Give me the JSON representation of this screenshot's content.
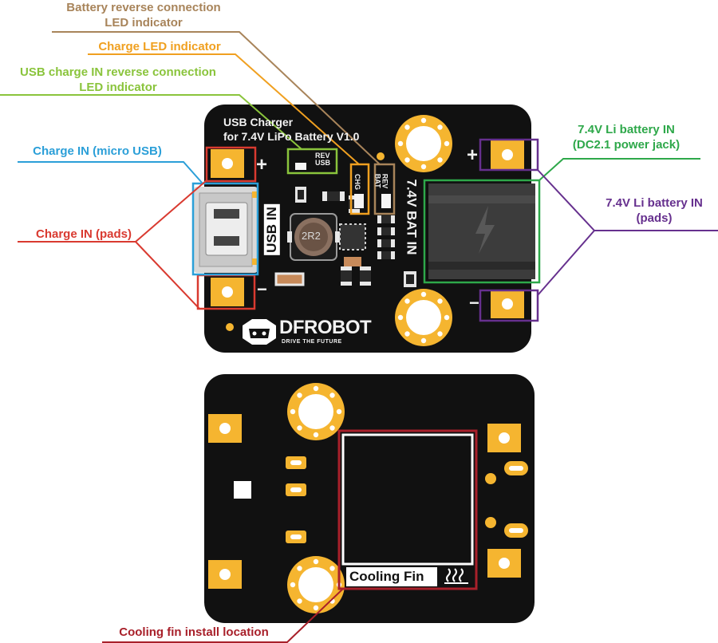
{
  "labels": {
    "battery_reverse": [
      "Battery reverse connection",
      "LED indicator"
    ],
    "charge_led": "Charge LED indicator",
    "usb_reverse": [
      "USB charge IN reverse connection",
      "LED indicator"
    ],
    "charge_in_usb": "Charge IN  (micro USB)",
    "charge_in_pads": "Charge IN (pads)",
    "bat_in_jack": [
      "7.4V Li battery IN",
      "(DC2.1 power jack)"
    ],
    "bat_in_pads": [
      "7.4V Li battery IN",
      "(pads)"
    ],
    "cooling_location": "Cooling fin install location"
  },
  "board_text": {
    "title_line1": "USB Charger",
    "title_line2": "for 7.4V LiPo Battery V1.0",
    "rev_usb": [
      "REV",
      "USB"
    ],
    "chg": "CHG",
    "rev_bat": [
      "REV",
      "BAT"
    ],
    "usb_in": "USB IN",
    "bat_in": "7.4V BAT IN",
    "inductor": "2R2",
    "plus": "+",
    "minus": "−",
    "brand": "DFROBOT",
    "tagline": "DRIVE THE FUTURE",
    "cooling_fin": "Cooling Fin"
  },
  "colors": {
    "brown": "#a8845a",
    "orange": "#f0a020",
    "lime": "#8ac43c",
    "blue": "#2b9fd8",
    "red": "#d93a30",
    "green": "#2ea84a",
    "purple": "#66308e",
    "darkred": "#a8202a",
    "gold": "#f5b530",
    "board": "#111111"
  },
  "icons": [
    "lightning-icon",
    "heat-waves-icon",
    "robot-logo-icon"
  ]
}
